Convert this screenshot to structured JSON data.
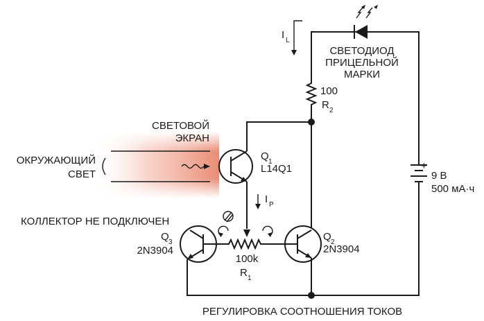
{
  "led_label": [
    "СВЕТОДИОД",
    "ПРИЦЕЛЬНОЙ",
    "МАРКИ"
  ],
  "il_label": {
    "main": "I",
    "sub": "L"
  },
  "r2": {
    "value": "100",
    "name": "R",
    "sub": "2"
  },
  "shield_label": [
    "СВЕТОВОЙ",
    "ЭКРАН"
  ],
  "ambient_label": [
    "ОКРУЖАЮЩИЙ",
    "СВЕТ"
  ],
  "q1": {
    "name": "Q",
    "sub": "1",
    "part": "L14Q1"
  },
  "battery": {
    "plus": "+",
    "voltage": "9 В",
    "capacity": "500 мА·ч"
  },
  "ip_label": {
    "main": "I",
    "sub": "P"
  },
  "nc_label": "КОЛЛЕКТОР НЕ ПОДКЛЮЧЕН",
  "q3": {
    "name": "Q",
    "sub": "3",
    "part": "2N3904"
  },
  "q2": {
    "name": "Q",
    "sub": "2",
    "part": "2N3904"
  },
  "r1": {
    "value": "100k",
    "name": "R",
    "sub": "1"
  },
  "bottom_label": "РЕГУЛИРОВКА СООТНОШЕНИЯ ТОКОВ"
}
